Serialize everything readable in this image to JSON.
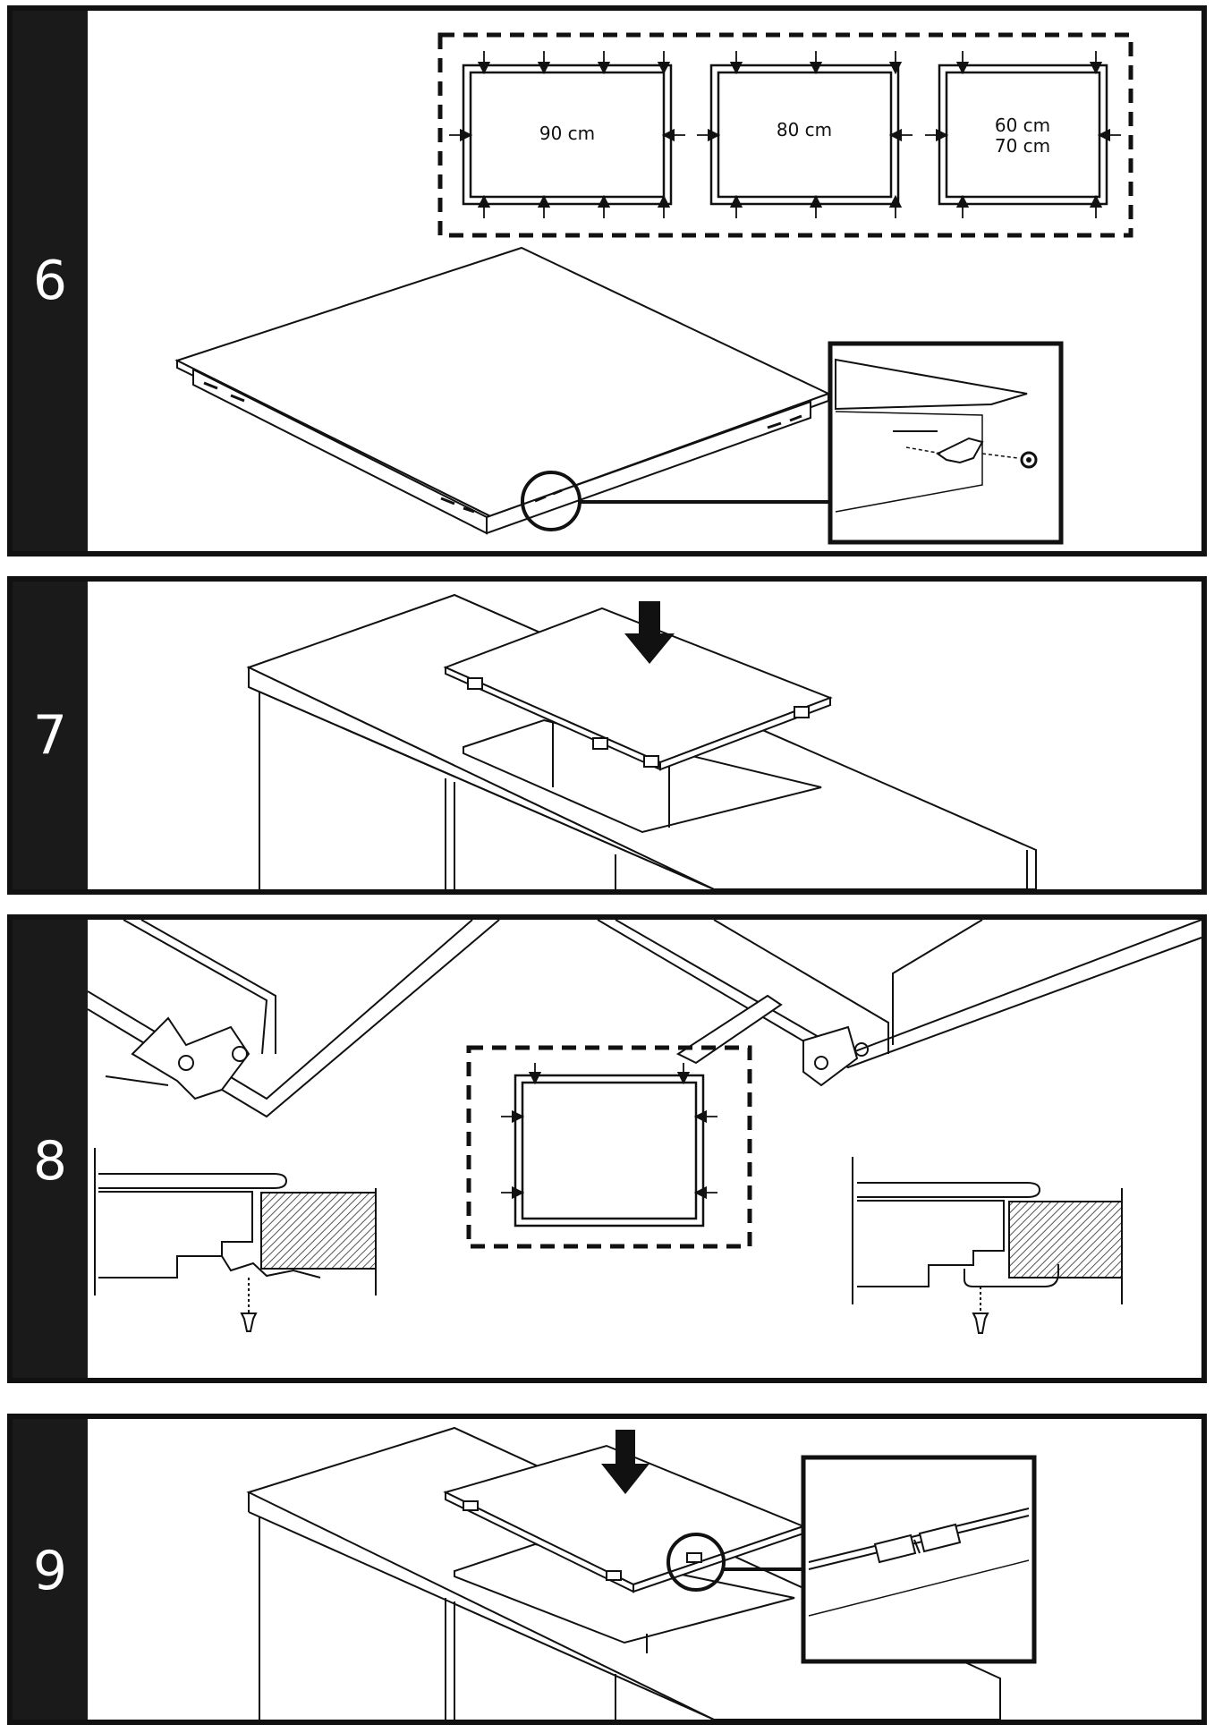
{
  "steps": [
    {
      "number": "6",
      "sizes": [
        "90 cm",
        "80 cm",
        "60 cm",
        "70 cm"
      ]
    },
    {
      "number": "7"
    },
    {
      "number": "8"
    },
    {
      "number": "9"
    }
  ],
  "colors": {
    "ink": "#111111",
    "bar": "#1a1a1a",
    "hatch": "#555555"
  }
}
